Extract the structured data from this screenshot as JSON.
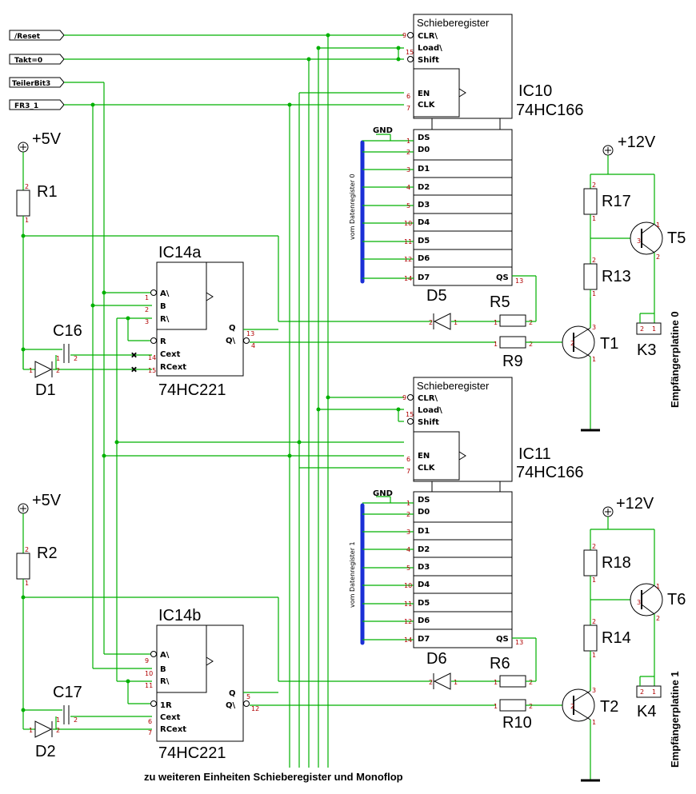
{
  "inputs": {
    "reset": "/Reset",
    "takt": "Takt=0",
    "teiler": "TeilerBit3",
    "fr3": "FR3_1"
  },
  "supply": {
    "p5": "+5V",
    "p12": "+12V"
  },
  "sr": {
    "title": "Schieberegister",
    "clr": "CLR\\",
    "load": "Load\\",
    "shift": "Shift",
    "en": "EN",
    "clk": "CLK",
    "ds": "DS",
    "qs": "QS",
    "gnd": "GND",
    "d": [
      "D0",
      "D1",
      "D2",
      "D3",
      "D4",
      "D5",
      "D6",
      "D7"
    ],
    "pins_d": [
      "2",
      "3",
      "4",
      "5",
      "10",
      "11",
      "12",
      "14"
    ],
    "pin_clr": "9",
    "pin_load": "15",
    "pin_en": "6",
    "pin_clk": "7",
    "pin_ds": "1",
    "pin_qs": "13"
  },
  "ic10": {
    "name": "IC10",
    "type": "74HC166",
    "bus": "vom Datenregister 0"
  },
  "ic11": {
    "name": "IC11",
    "type": "74HC166",
    "bus": "vom Datenregister 1"
  },
  "mono": {
    "a": "A\\",
    "b": "B",
    "r": "R\\",
    "rr": "R",
    "r1": "1R",
    "q": "Q",
    "qn": "Q\\",
    "cext": "Cext",
    "rcext": "RCext",
    "type": "74HC221"
  },
  "ic14a": {
    "name": "IC14a",
    "pins": {
      "a": "1",
      "b": "2",
      "r": "3",
      "q": "13",
      "qn": "4",
      "cext": "14",
      "rcext": "15"
    }
  },
  "ic14b": {
    "name": "IC14b",
    "pins": {
      "a": "9",
      "b": "10",
      "r": "11",
      "q": "5",
      "qn": "12",
      "cext": "6",
      "rcext": "7"
    }
  },
  "parts": {
    "r1": "R1",
    "r2": "R2",
    "r5": "R5",
    "r6": "R6",
    "r9": "R9",
    "r10": "R10",
    "r13": "R13",
    "r14": "R14",
    "r17": "R17",
    "r18": "R18",
    "c16": "C16",
    "c17": "C17",
    "d1": "D1",
    "d2": "D2",
    "d5": "D5",
    "d6": "D6",
    "t1": "T1",
    "t2": "T2",
    "t5": "T5",
    "t6": "T6",
    "k3": "K3",
    "k4": "K4"
  },
  "pin1": "1",
  "pin2": "2",
  "pin3": "3",
  "receiver0": "Empfängerplatine 0",
  "receiver1": "Empfängerplatine 1",
  "footer": "zu weiteren Einheiten Schieberegister und Monoflop"
}
